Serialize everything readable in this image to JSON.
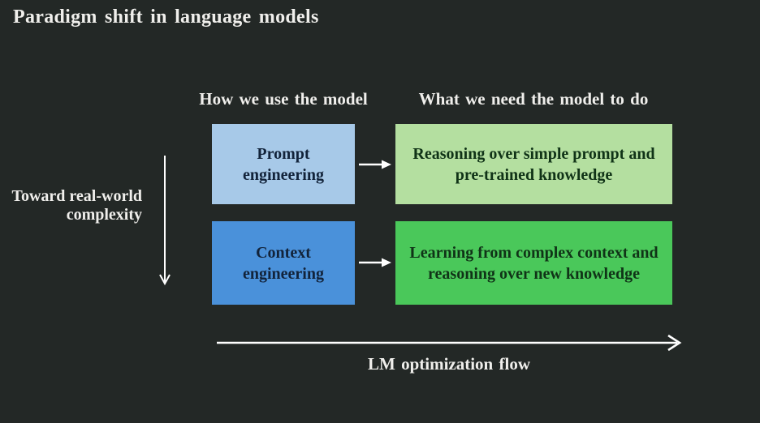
{
  "title": "Paradigm shift in language models",
  "columns": {
    "usage": "How we use the model",
    "need": "What we need the model to do"
  },
  "rows": [
    {
      "method": "Prompt engineering",
      "need": "Reasoning over simple prompt and pre-trained knowledge"
    },
    {
      "method": "Context engineering",
      "need": "Learning from complex context and reasoning over new knowledge"
    }
  ],
  "axes": {
    "vertical_label": "Toward real-world complexity",
    "horizontal_label": "LM optimization flow"
  },
  "colors": {
    "background": "#232826",
    "prompt_box": "#a7c9e8",
    "context_box": "#4a91da",
    "reasoning_box": "#b4dfa0",
    "learning_box": "#4ac85a",
    "heading_text": "#f0efec",
    "blue_box_text": "#12233a",
    "green_box_text": "#103317",
    "arrow": "#ffffff"
  }
}
